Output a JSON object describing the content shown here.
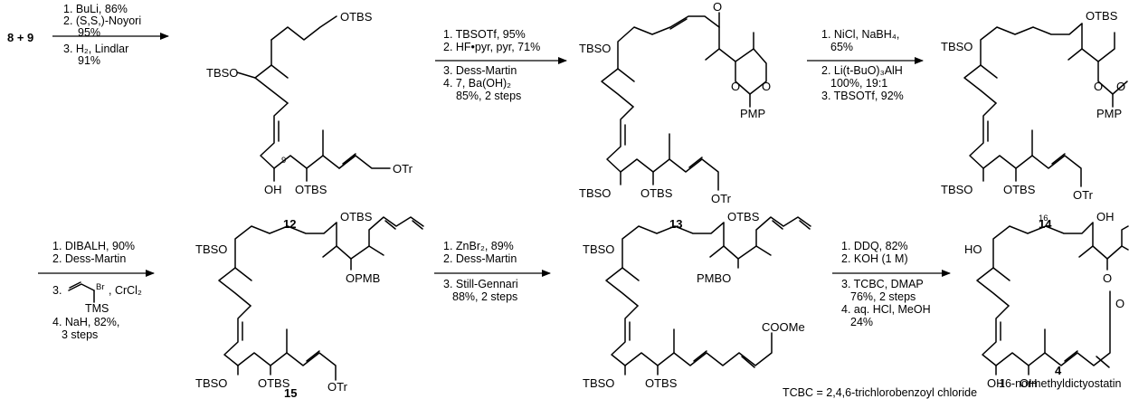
{
  "start": {
    "label": "8 + 9"
  },
  "steps": [
    {
      "lines": [
        "1. BuLi, 86%",
        "2. (S,S,)-Noyori",
        "95%",
        "3. H₂, Lindlar",
        "91%"
      ]
    },
    {
      "lines": [
        "1. TBSOTf, 95%",
        "2. HF•pyr, pyr, 71%",
        "3. Dess-Martin",
        "4. 7, Ba(OH)₂",
        "85%, 2 steps"
      ]
    },
    {
      "lines": [
        "1. NiCl, NaBH₄,",
        "65%",
        "2. Li(t-BuO)₃AlH",
        "100%, 19:1",
        "3. TBSOTf, 92%"
      ]
    },
    {
      "lines": [
        "1. DIBALH, 90%",
        "2. Dess-Martin",
        "3.",
        "TMS",
        "4. NaH, 82%,",
        "3 steps"
      ],
      "reagent_br": "Br",
      "reagent_cr": ", CrCl₂"
    },
    {
      "lines": [
        "1. ZnBr₂, 89%",
        "2. Dess-Martin",
        "3. Still-Gennari",
        "88%, 2 steps"
      ]
    },
    {
      "lines": [
        "1. DDQ, 82%",
        "2. KOH (1 M)",
        "3. TCBC, DMAP",
        "76%, 2 steps",
        "4. aq. HCl, MeOH",
        "24%"
      ]
    }
  ],
  "compounds": [
    {
      "id": "12",
      "labels": {
        "otbs_top": "OTBS",
        "tbso": "TBSO",
        "c9": "9",
        "oh": "OH",
        "otbs": "OTBS",
        "otr": "OTr"
      }
    },
    {
      "id": "13",
      "labels": {
        "tbso_top": "TBSO",
        "o_ketone": "O",
        "o1": "O",
        "o2": "O",
        "pmp": "PMP",
        "tbso_bottom": "TBSO",
        "otbs": "OTBS",
        "otr": "OTr"
      }
    },
    {
      "id": "14",
      "labels": {
        "otbs_top": "OTBS",
        "tbso_top": "TBSO",
        "o1": "O",
        "o2": "O",
        "pmp": "PMP",
        "tbso_bottom": "TBSO",
        "otbs": "OTBS",
        "otr": "OTr"
      }
    },
    {
      "id": "15",
      "labels": {
        "otbs_top": "OTBS",
        "tbso_top": "TBSO",
        "opmb": "OPMB",
        "tbso_bottom": "TBSO",
        "otbs": "OTBS",
        "otr": "OTr"
      }
    },
    {
      "id": "16",
      "labels": {
        "otbs_top": "OTBS",
        "tbso_top": "TBSO",
        "pmbo": "PMBO",
        "coome": "COOMe",
        "tbso_bottom": "TBSO",
        "otbs": "OTBS"
      }
    },
    {
      "id": "4",
      "name": "16-normethyldictyostatin",
      "labels": {
        "c16": "16",
        "oh_top": "OH",
        "ho": "HO",
        "o_ring": "O",
        "o_carbonyl": "O",
        "oh1": "OH",
        "oh2": "OH"
      }
    }
  ],
  "footnote": "TCBC = 2,4,6-trichlorobenzoyl chloride"
}
